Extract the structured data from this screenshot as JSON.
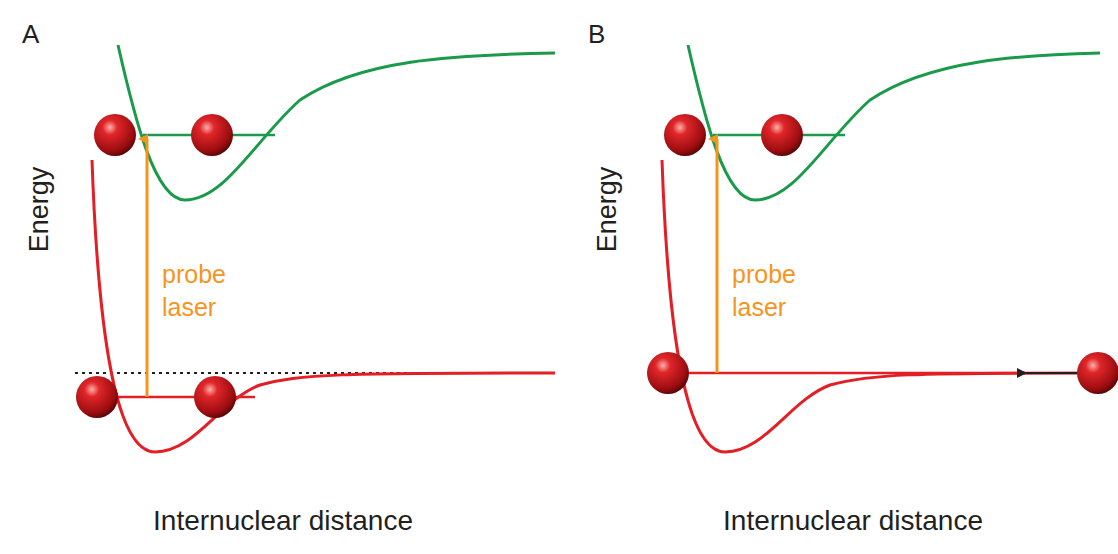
{
  "diagram": {
    "labels": [
      "A",
      "Energy",
      "probe laser",
      "Internuclear distance",
      "B",
      "Energy",
      "probe laser",
      "Internuclear distance"
    ]
  }
}
